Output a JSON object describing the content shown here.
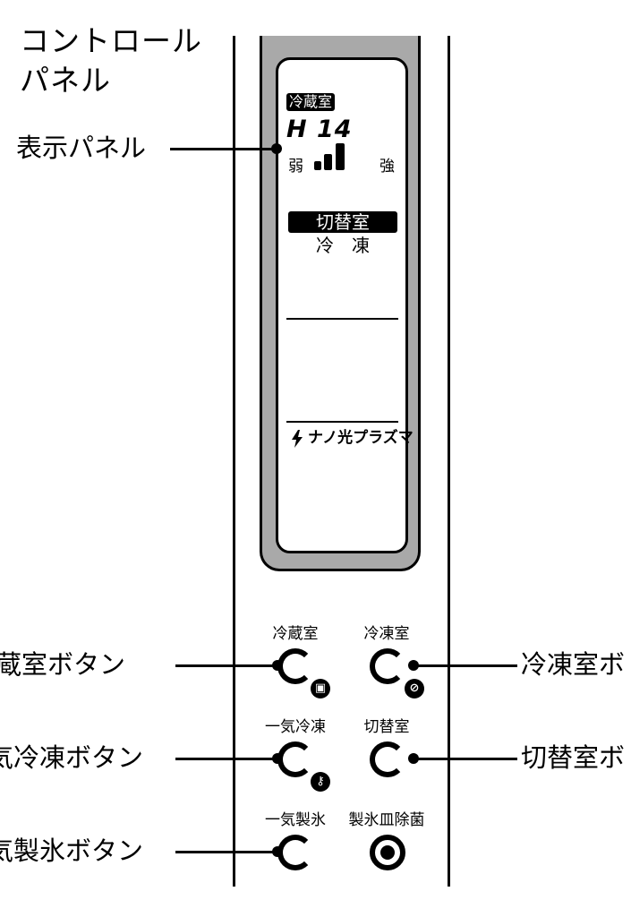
{
  "title": {
    "line1": "コントロール",
    "line2": "パネル"
  },
  "display_panel": {
    "callout": "表示パネル",
    "fridge_header": "冷蔵室",
    "temp_code": "H 14",
    "weak_label": "弱",
    "strong_label": "強",
    "switch_header": "切替室",
    "switch_mode": "冷　凍",
    "plasma_label": "ナノ光プラズマ",
    "plasma_icon": "lightning-bolt-icon"
  },
  "buttons": {
    "fridge": {
      "label": "冷蔵室",
      "callout": "冷蔵室ボタン",
      "badge": "▣"
    },
    "freezer": {
      "label": "冷凍室",
      "callout": "冷凍室ボ",
      "badge": "⊘"
    },
    "quick_freeze": {
      "label": "一気冷凍",
      "callout": "気冷凍ボタン",
      "badge": "⚷"
    },
    "switch": {
      "label": "切替室",
      "callout": "切替室ボ"
    },
    "quick_ice": {
      "label": "一気製氷",
      "callout": "気製氷ボタン"
    },
    "ice_clean": {
      "label": "製氷皿除菌"
    }
  },
  "colors": {
    "bezel": "#a9a9a9",
    "ink": "#000000",
    "background": "#ffffff"
  }
}
